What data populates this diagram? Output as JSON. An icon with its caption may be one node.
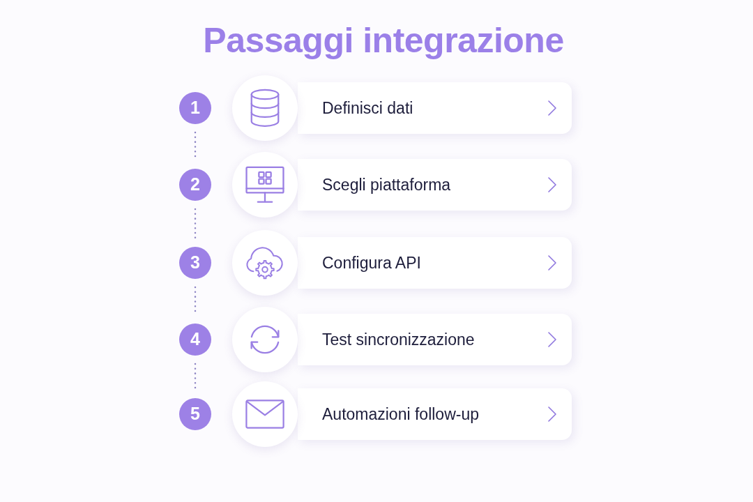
{
  "diagram": {
    "title": "Passaggi integrazione",
    "nodes": [
      {
        "text": [
          "1"
        ]
      },
      {
        "text": [
          "Definisci dati"
        ]
      },
      {
        "text": [
          "2"
        ]
      },
      {
        "text": [
          "Scegli piattaforma"
        ]
      },
      {
        "text": [
          "3"
        ]
      },
      {
        "text": [
          "Configura API"
        ]
      },
      {
        "text": [
          "4"
        ]
      },
      {
        "text": [
          "Test sincronizzazione"
        ]
      },
      {
        "text": [
          "5"
        ]
      },
      {
        "text": [
          "Automazioni follow-up"
        ]
      }
    ],
    "edges": [
      {
        "from": 0,
        "to": 2,
        "arrow": "none",
        "style": "dashed"
      },
      {
        "from": 2,
        "to": 4,
        "arrow": "none",
        "style": "dashed"
      },
      {
        "from": 4,
        "to": 6,
        "arrow": "none",
        "style": "dashed"
      },
      {
        "from": 6,
        "to": 8,
        "arrow": "none",
        "style": "dashed"
      }
    ]
  }
}
